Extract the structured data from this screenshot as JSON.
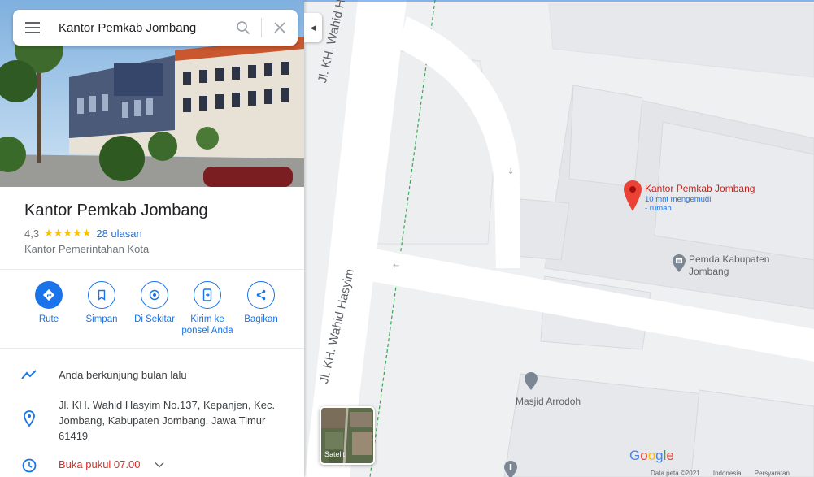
{
  "search": {
    "query": "Kantor Pemkab Jombang"
  },
  "place": {
    "title": "Kantor Pemkab Jombang",
    "rating": "4,3",
    "stars": "★★★★★",
    "reviews": "28 ulasan",
    "category": "Kantor Pemerintahan Kota"
  },
  "actions": [
    {
      "label": "Rute",
      "icon": "directions-icon"
    },
    {
      "label": "Simpan",
      "icon": "bookmark-icon"
    },
    {
      "label": "Di Sekitar",
      "icon": "nearby-icon"
    },
    {
      "label_line1": "Kirim ke",
      "label_line2": "ponsel Anda",
      "icon": "send-to-phone-icon"
    },
    {
      "label": "Bagikan",
      "icon": "share-icon"
    }
  ],
  "details": {
    "visit": "Anda berkunjung bulan lalu",
    "address_line1": "Jl. KH. Wahid Hasyim No.137, Kepanjen, Kec.",
    "address_line2": "Jombang, Kabupaten Jombang, Jawa Timur",
    "address_line3": "61419",
    "hours": "Buka pukul 07.00"
  },
  "map": {
    "street_name": "Jl. KH. Wahid Hasyim",
    "main_marker": {
      "title": "Kantor Pemkab Jombang",
      "sub1": "10 mnt mengemudi",
      "sub2": "- rumah"
    },
    "poi_pemda_line1": "Pemda Kabupaten",
    "poi_pemda_line2": "Jombang",
    "poi_masjid": "Masjid Arrodoh",
    "satellite_label": "Satelit",
    "logo": "Google",
    "footer": {
      "data": "Data peta ©2021",
      "country": "Indonesia",
      "terms": "Persyaratan"
    }
  },
  "colors": {
    "accent": "#1a73e8",
    "marker": "#ea4335",
    "star": "#fbbc04",
    "hours": "#d93025"
  }
}
